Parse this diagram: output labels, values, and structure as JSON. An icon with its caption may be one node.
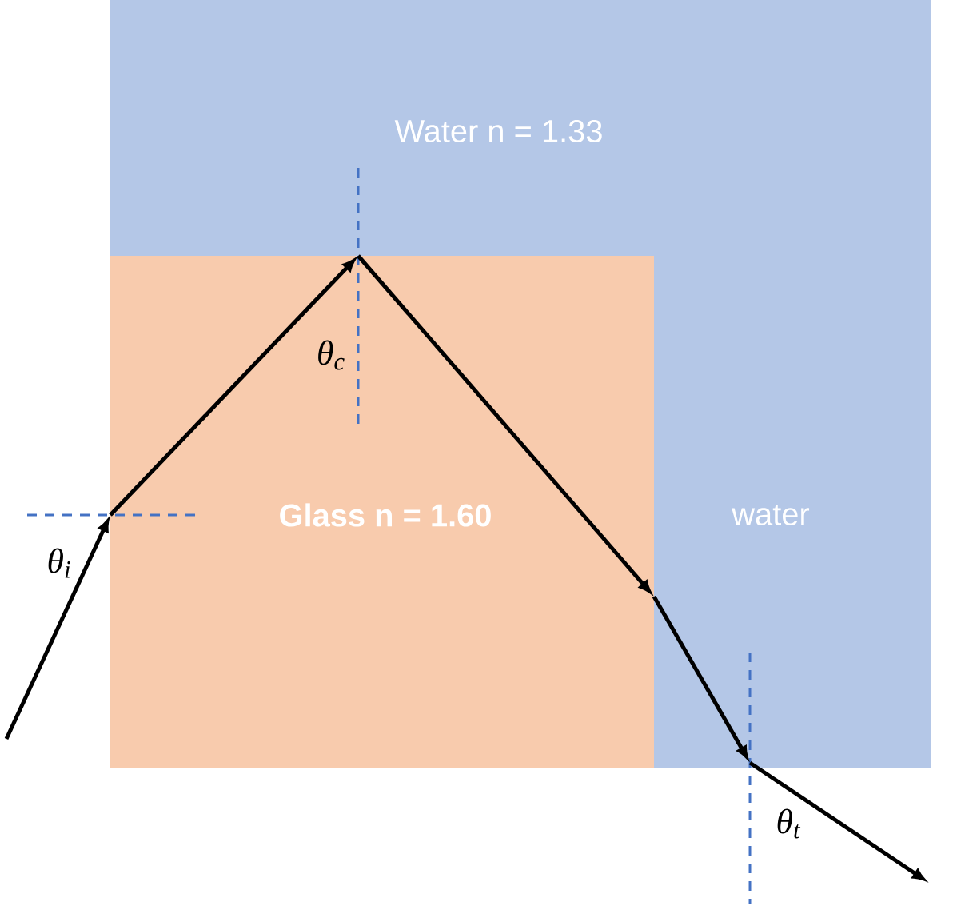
{
  "diagram": {
    "nodes": [
      {
        "text": [
          "Water n = 1.33",
          "water"
        ]
      },
      {
        "text": [
          "Glass n = 1.60"
        ],
        "in": 0
      }
    ],
    "labels": [
      "θ$_{i}$",
      "θ$_{c}$",
      "θ$_{t}$"
    ]
  }
}
